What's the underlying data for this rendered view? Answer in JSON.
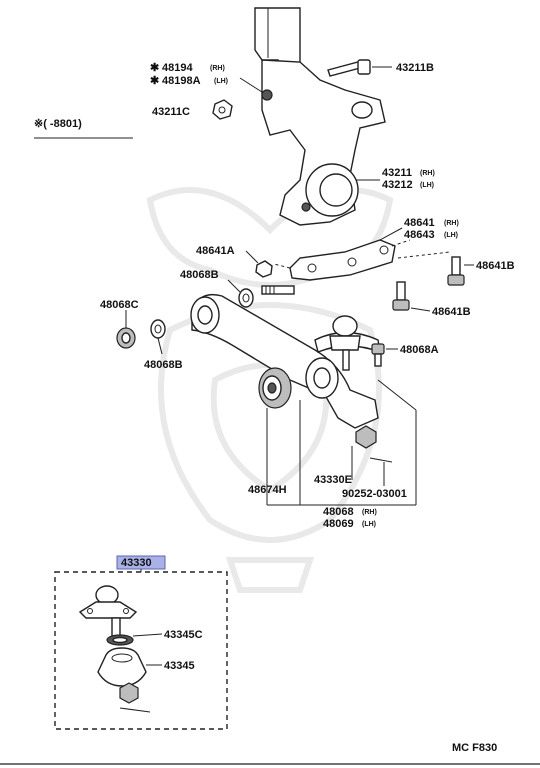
{
  "diagram": {
    "colors": {
      "ink": "#111111",
      "highlight": "#a9b2e6",
      "watermark": "#e9e9e9"
    },
    "labels": {
      "p48194": "48194",
      "p48198a": "48198A",
      "rh": "(RH)",
      "lh": "(LH)",
      "p43211b": "43211B",
      "p43211c": "43211C",
      "note": "※(    -8801)",
      "p43211": "43211",
      "p43212": "43212",
      "p48641": "48641",
      "p48643": "48643",
      "p48641a": "48641A",
      "p48641b_top": "48641B",
      "p48068b_top": "48068B",
      "p48641b_mid": "48641B",
      "p48068c": "48068C",
      "p48068b_bot": "48068B",
      "p48068a": "48068A",
      "p48674h": "48674H",
      "p43330e": "43330E",
      "p90252": "90252-03001",
      "p48068": "48068",
      "p48069": "48069",
      "p43330": "43330",
      "p43345c": "43345C",
      "p43345": "43345",
      "footer": "MC  F830"
    },
    "star": "✱"
  }
}
